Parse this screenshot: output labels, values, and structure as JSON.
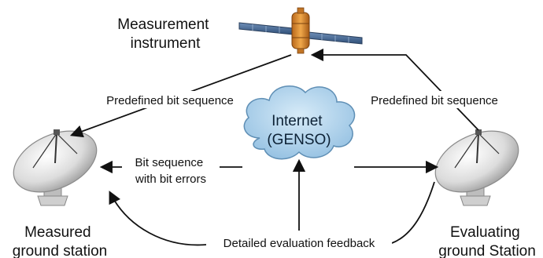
{
  "satellite": {
    "label_line1": "Measurement",
    "label_line2": "instrument"
  },
  "measured_station": {
    "label_line1": "Measured",
    "label_line2": "ground station"
  },
  "evaluating_station": {
    "label_line1": "Evaluating",
    "label_line2": "ground Station"
  },
  "cloud": {
    "label_line1": "Internet",
    "label_line2": "(GENSO)"
  },
  "arrows": {
    "left_sequence_label": "Predefined bit sequence",
    "right_sequence_label": "Predefined bit sequence",
    "errors_label_line1": "Bit sequence",
    "errors_label_line2": "with bit errors",
    "feedback_label": "Detailed evaluation feedback"
  },
  "colors": {
    "cloud_fill": "#a9cfe8",
    "cloud_stroke": "#5f8fb5",
    "satellite_body": "#d98b2b",
    "solar_panel": "#3b5b86",
    "dish": "#d9d9d9",
    "arrow": "#111111"
  }
}
